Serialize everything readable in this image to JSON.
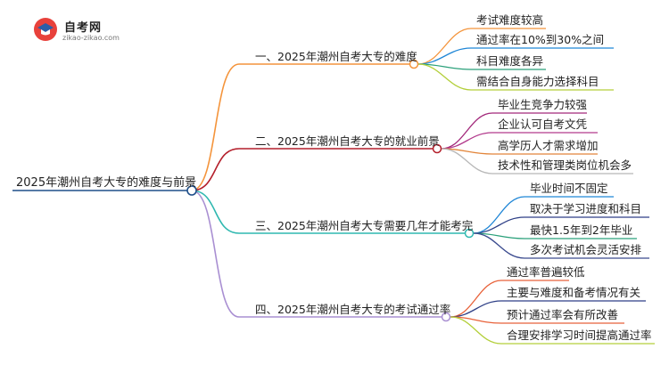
{
  "logo": {
    "title": "自考网",
    "url": "zikao-zikao.com"
  },
  "root": {
    "label": "2025年潮州自考大专的难度与前景"
  },
  "branches": [
    {
      "label": "一、2025年潮州自考大专的难度",
      "color": "#f4943b",
      "children": [
        "考试难度较高",
        "通过率在10%到30%之间",
        "科目难度各异",
        "需结合自身能力选择科目"
      ]
    },
    {
      "label": "二、2025年潮州自考大专的就业前景",
      "color": "#b41f2b",
      "children": [
        "毕业生竞争力较强",
        "企业认可自考文凭",
        "高学历人才需求增加",
        "技术性和管理类岗位机会多"
      ]
    },
    {
      "label": "三、2025年潮州自考大专需要几年才能考完",
      "color": "#2fb8b0",
      "children": [
        "毕业时间不固定",
        "取决于学习进度和科目",
        "最快1.5年到2年毕业",
        "多次考试机会灵活安排"
      ]
    },
    {
      "label": "四、2025年潮州自考大专的考试通过率",
      "color": "#a98fd2",
      "children": [
        "通过率普遍较低",
        "主要与难度和备考情况有关",
        "预计通过率会有所改善",
        "合理安排学习时间提高通过率"
      ]
    }
  ],
  "child_colors": [
    [
      "#f4943b",
      "#1f86d6",
      "#2aa07a",
      "#b3cf3a"
    ],
    [
      "#a2287a",
      "#b23a8c",
      "#e2853a",
      "#b8b8b8"
    ],
    [
      "#1f86d6",
      "#2e3f86",
      "#2aa07a",
      "#3a4a8e"
    ],
    [
      "#e8623a",
      "#2e3f86",
      "#e8623a",
      "#b3cf3a"
    ]
  ],
  "root_color": "#1f4f8a"
}
